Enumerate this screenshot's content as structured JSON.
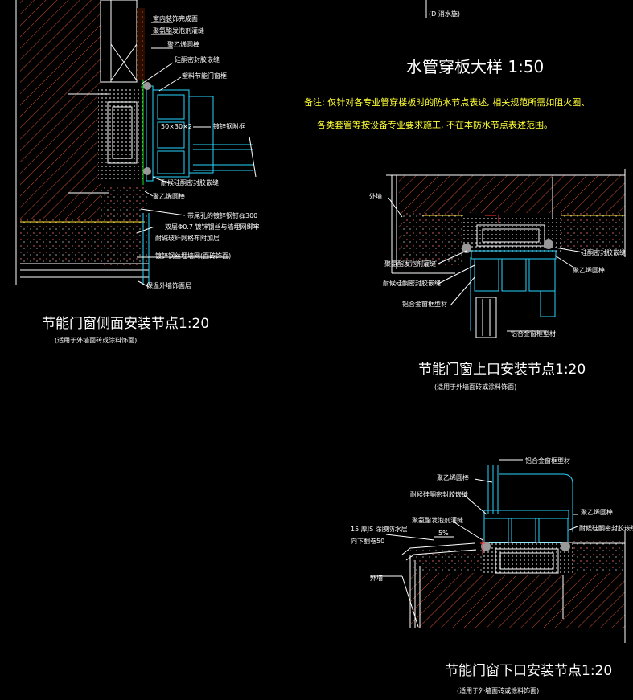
{
  "top_label": "(D 消水施)",
  "pipe_title": "水管穿板大样 1:50",
  "note_line1": "备注: 仅针对各专业管穿楼板时的防水节点表述, 相关规范所需如阻火圈、",
  "note_line2": "各类套管等按设备专业要求施工, 不在本防水节点表述范围。",
  "side": {
    "title": "节能门窗侧面安装节点1:20",
    "subtitle": "(适用于外墙面砖或涂料饰面)",
    "labels": [
      "室内装饰完成面",
      "聚氨酯发泡剂灌缝",
      "聚乙烯圆棒",
      "硅酮密封胶嵌缝",
      "塑料节能门窗框",
      "镀锌钢附框",
      "50×30×2",
      "耐候硅酮密封胶嵌缝",
      "聚乙烯圆棒",
      "带尾孔的镀锌钢钉@300",
      "双层Φ0.7 镀锌钢丝与墙埋网绑牢",
      "耐碱玻纤网格布附加层",
      "镀锌钢丝埋墙网(面砖饰面)",
      "保温外墙饰面层"
    ]
  },
  "top": {
    "title": "节能门窗上口安装节点1:20",
    "subtitle": "(适用于外墙面砖或涂料饰面)",
    "labels": [
      "外墙",
      "聚氨酯发泡剂灌缝",
      "耐候硅酮密封胶嵌缝",
      "铝合金窗框型材",
      "硅酮密封胶嵌缝",
      "聚乙烯圆棒",
      "铝合金窗框型材"
    ]
  },
  "bottom": {
    "title": "节能门窗下口安装节点1:20",
    "subtitle": "(适用于外墙面砖或涂料饰面)",
    "labels": [
      "铝合金窗框型材",
      "聚乙烯圆棒",
      "耐候硅酮密封胶嵌缝",
      "聚氨酯发泡剂灌缝",
      "15 厚JS 涂膜防水层",
      "向下翻卷50",
      "5%",
      "外墙",
      "聚乙烯圆棒",
      "耐候硅酮密封胶嵌缝"
    ]
  }
}
